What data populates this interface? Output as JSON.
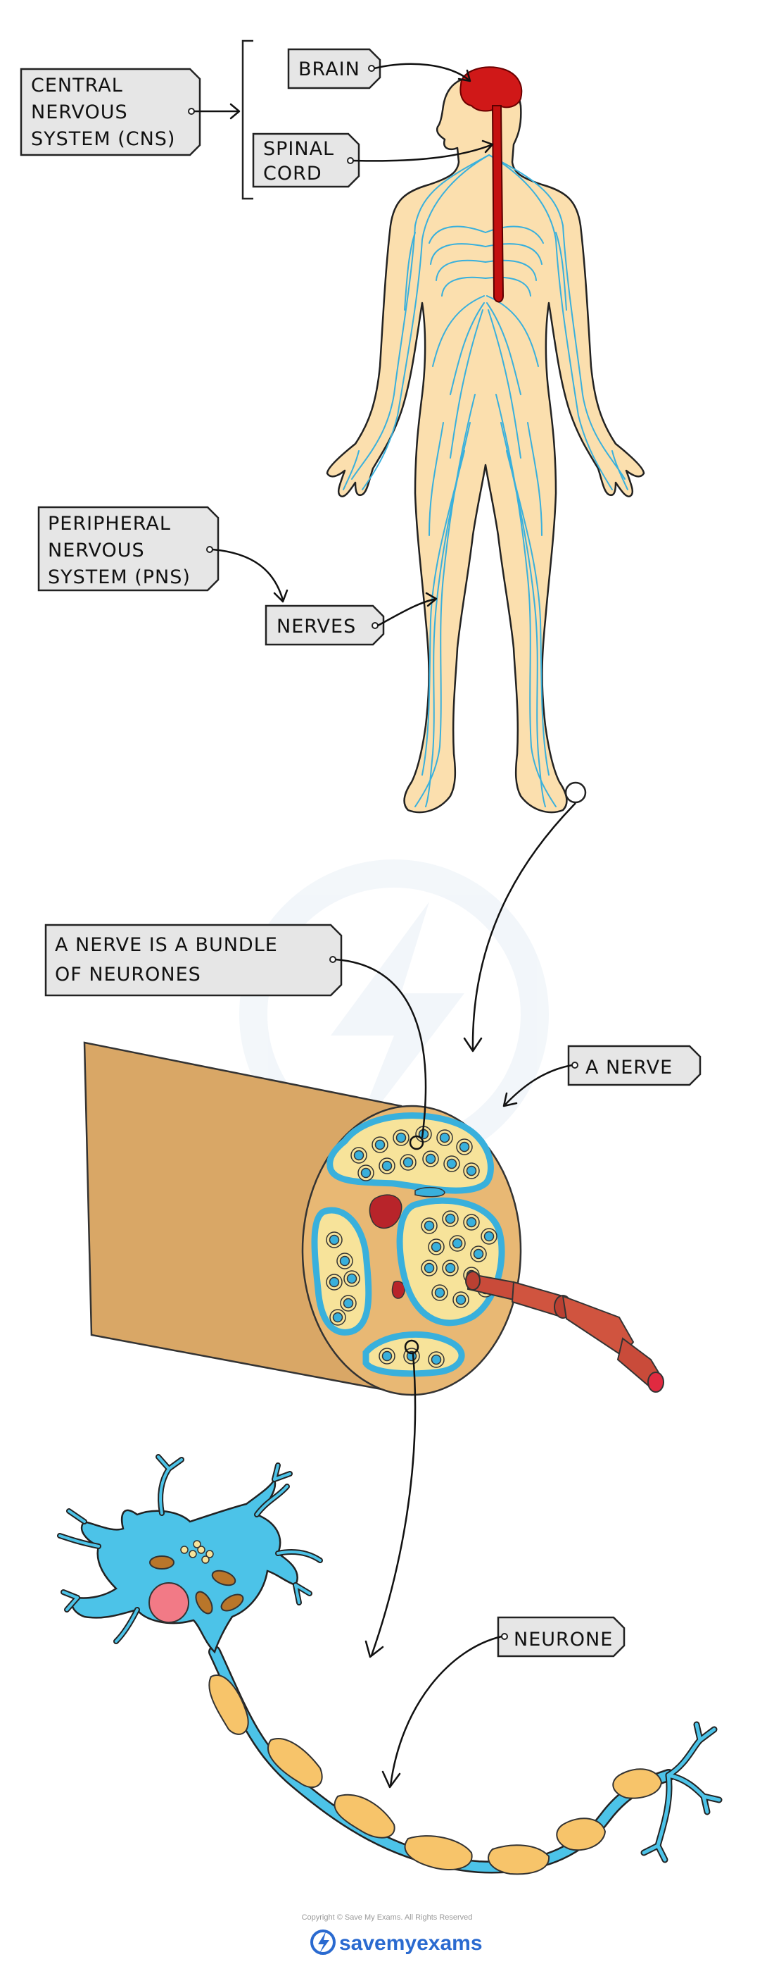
{
  "labels": {
    "cns_line1": "CENTRAL",
    "cns_line2": "NERVOUS",
    "cns_line3": "SYSTEM (CNS)",
    "brain": "BRAIN",
    "spinal_line1": "SPINAL",
    "spinal_line2": "CORD",
    "pns_line1": "PERIPHERAL",
    "pns_line2": "NERVOUS",
    "pns_line3": "SYSTEM (PNS)",
    "nerves": "NERVES",
    "bundle_line1": "A NERVE IS A BUNDLE",
    "bundle_line2": "OF NEURONES",
    "a_nerve": "A NERVE",
    "neurone": "NEURONE"
  },
  "footer": {
    "copyright": "Copyright © Save My Exams. All Rights Reserved",
    "brand": "savemyexams"
  },
  "colors": {
    "skin": "#fbdfae",
    "nerve_blue": "#39b0dc",
    "cns_red": "#d01818",
    "nerve_outer": "#d9a766",
    "fascicle_yellow": "#f7e39a",
    "myelin": "#f7c46a",
    "nucleus": "#f27a86",
    "tag_grey": "#e6e6e6"
  }
}
